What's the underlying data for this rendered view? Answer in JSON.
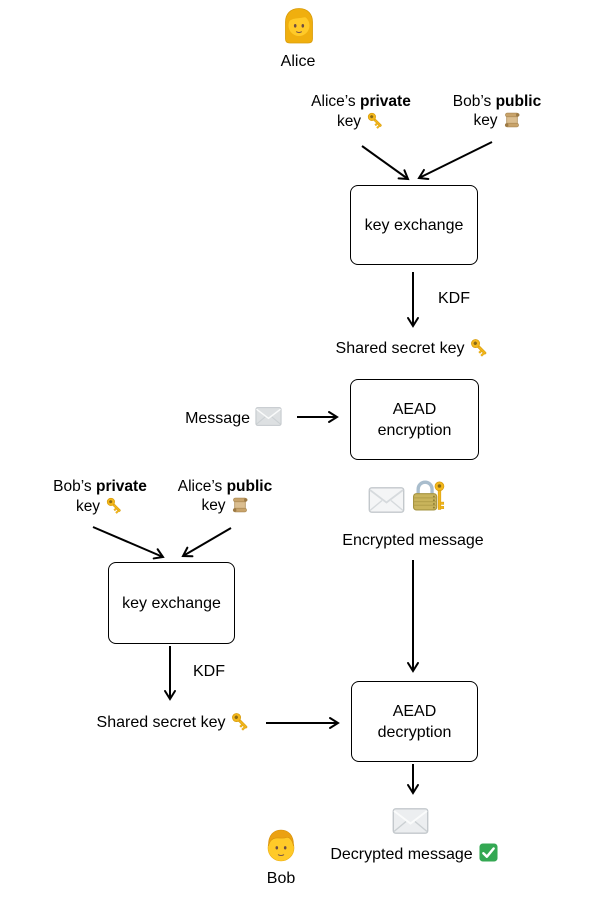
{
  "actors": {
    "alice": "Alice",
    "bob": "Bob"
  },
  "key_labels": {
    "alice_private": {
      "owner": "Alice’s",
      "type": "private",
      "noun": "key",
      "icon": "🔑"
    },
    "bob_public": {
      "owner": "Bob’s",
      "type": "public",
      "noun": "key",
      "icon": "📜"
    },
    "bob_private": {
      "owner": "Bob’s",
      "type": "private",
      "noun": "key",
      "icon": "🔑"
    },
    "alice_public": {
      "owner": "Alice’s",
      "type": "public",
      "noun": "key",
      "icon": "📜"
    }
  },
  "boxes": {
    "key_exchange_top": "key exchange",
    "aead_encryption": {
      "line1": "AEAD",
      "line2": "encryption"
    },
    "key_exchange_bottom": "key exchange",
    "aead_decryption": {
      "line1": "AEAD",
      "line2": "decryption"
    }
  },
  "flow_labels": {
    "kdf_top": "KDF",
    "kdf_bottom": "KDF",
    "shared_secret_top": "Shared secret key",
    "shared_secret_bottom": "Shared secret key",
    "message": "Message",
    "encrypted_message": "Encrypted message",
    "decrypted_message": "Decrypted message"
  },
  "icons": {
    "woman": "👩",
    "man": "👨",
    "key": "🔑",
    "scroll": "📜",
    "envelope": "✉️",
    "locked_with_key": "🔐",
    "check_mark": "✅"
  },
  "colors": {
    "text": "#000000",
    "arrow": "#000000",
    "box_border": "#000000",
    "background": "#ffffff",
    "key_gold": "#F3B71B",
    "lock_body": "#C9B45C",
    "scroll_tan": "#D9BC8D",
    "check_green": "#34A853"
  }
}
